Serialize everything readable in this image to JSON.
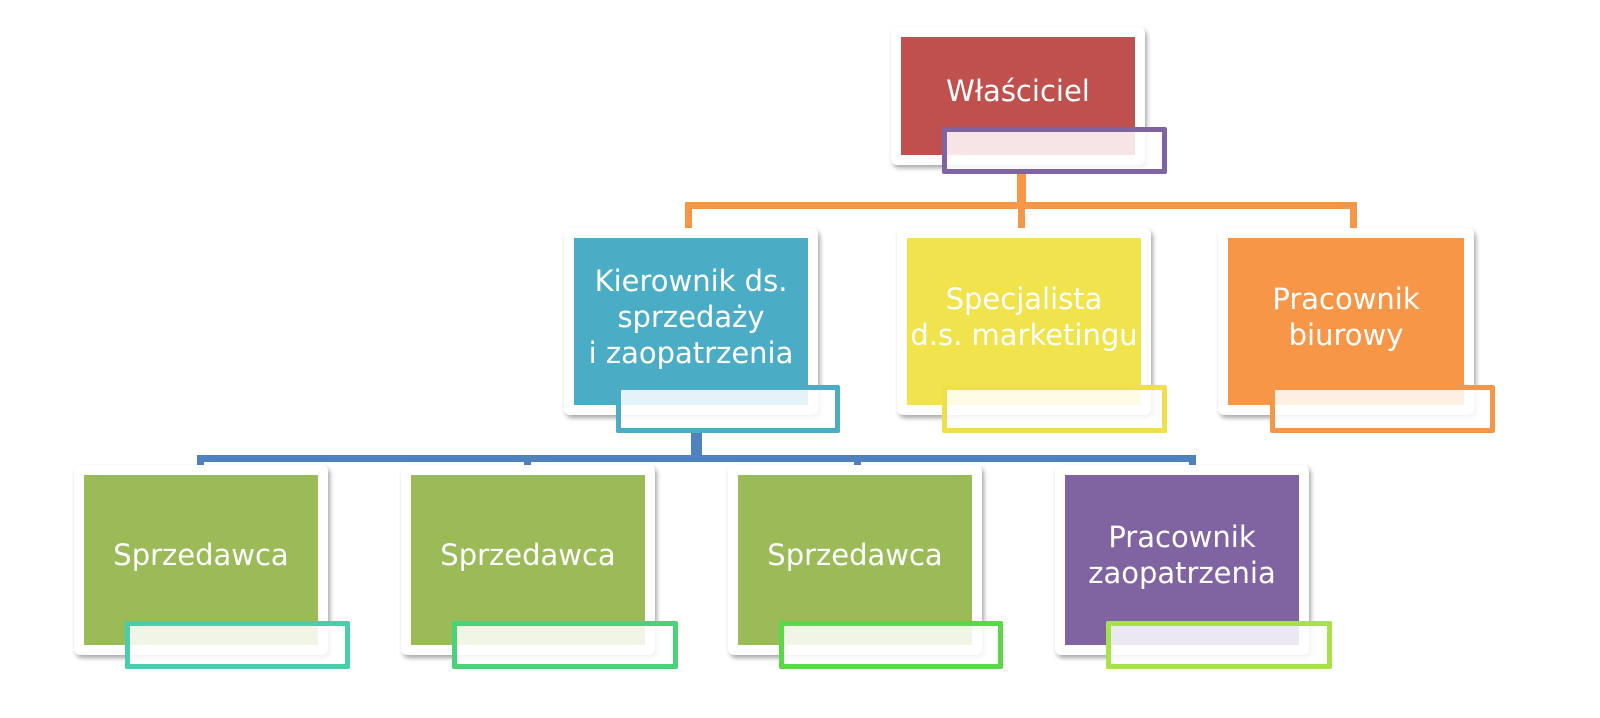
{
  "colors": {
    "orange_connector": "#f79646",
    "blue_connector": "#4f81bd"
  },
  "nodes": {
    "owner": {
      "label": "Właściciel",
      "fill": "#c0504d",
      "frame": "#8064a2"
    },
    "sales_manager": {
      "label": "Kierownik ds.\nsprzedaży\ni zaopatrzenia",
      "fill": "#4bacc6",
      "frame": "#4bacc6"
    },
    "marketing": {
      "label": "Specjalista\nd.s. marketingu",
      "fill": "#f0e34b",
      "frame": "#efe04a"
    },
    "office": {
      "label": "Pracownik\nbiurowy",
      "fill": "#f79646",
      "frame": "#f79646"
    },
    "seller1": {
      "label": "Sprzedawca",
      "fill": "#9bbb59",
      "frame": "#4bcdab"
    },
    "seller2": {
      "label": "Sprzedawca",
      "fill": "#9bbb59",
      "frame": "#4cd07a"
    },
    "seller3": {
      "label": "Sprzedawca",
      "fill": "#9bbb59",
      "frame": "#5bd84a"
    },
    "supply": {
      "label": "Pracownik\nzaopatrzenia",
      "fill": "#8064a2",
      "frame": "#a8e24a"
    }
  }
}
